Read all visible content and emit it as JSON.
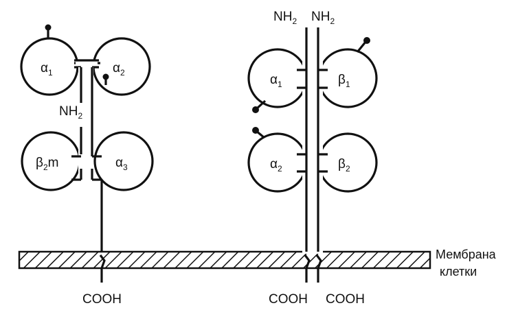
{
  "mhc1": {
    "domains": [
      {
        "greek": "α",
        "sub": "1"
      },
      {
        "greek": "α",
        "sub": "2"
      },
      {
        "greek": "β",
        "sub": "2",
        "suffix": "m"
      },
      {
        "greek": "α",
        "sub": "3"
      }
    ],
    "nh2": {
      "main": "NH",
      "sub": "2"
    },
    "cooh": "COOH"
  },
  "mhc2": {
    "domains": [
      {
        "greek": "α",
        "sub": "1"
      },
      {
        "greek": "β",
        "sub": "1"
      },
      {
        "greek": "α",
        "sub": "2"
      },
      {
        "greek": "β",
        "sub": "2"
      }
    ],
    "nh2_left": {
      "main": "NH",
      "sub": "2"
    },
    "nh2_right": {
      "main": "NH",
      "sub": "2"
    },
    "cooh_left": "COOH",
    "cooh_right": "COOH"
  },
  "membrane": {
    "line1": "Мембрана",
    "line2": "клетки"
  }
}
